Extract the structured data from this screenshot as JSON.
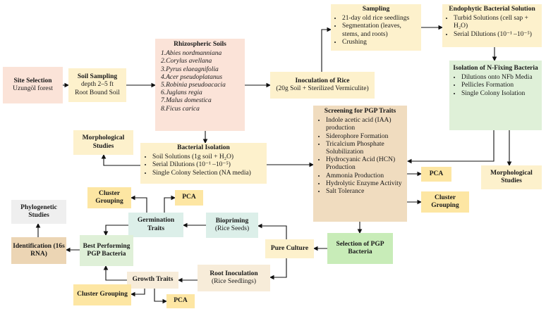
{
  "site": {
    "title": "Site Selection",
    "sub": "Uzungöl forest"
  },
  "soil": {
    "title": "Soil Sampling",
    "l1": "depth 2–5 ft",
    "l2": "Root Bound Soil"
  },
  "rhizo": {
    "title": "Rhizospheric Soils",
    "items": [
      "1.Abies nordmanniana",
      "2.Corylus avellana",
      "3.Pyrus elaeagnifolia",
      "4.Acer pseudoplatanus",
      "5.Robinia pseudoacacia",
      "6.Juglans regia",
      "7.Malus domestica",
      "8.Ficus carica"
    ]
  },
  "inoc": {
    "title": "Inoculation of Rice",
    "sub": "(20g Soil + Sterilized Vermiculite)"
  },
  "sampling": {
    "title": "Sampling",
    "items": [
      "21-day old rice seedlings",
      "Segmentation (leaves, stems, and roots)",
      "Crushing"
    ]
  },
  "endo": {
    "title": "Endophytic Bacterial Solution",
    "items": [
      "Turbid Solutions (cell sap + H₂O)",
      "Serial Dilutions (10⁻¹ –10⁻⁵)"
    ]
  },
  "isoN": {
    "title": "Isolation of N-Fixing Bacteria",
    "items": [
      "Dilutions onto NFb Media",
      "Pellicles Formation",
      "Single Colony Isolation"
    ]
  },
  "morph1": {
    "title": "Morphological Studies"
  },
  "morph2": {
    "title": "Morphological Studies"
  },
  "bactIso": {
    "title": "Bacterial Isolation",
    "items": [
      "Soil Solutions (1g soil + H₂O)",
      "Serial Dilutions (10⁻¹ –10⁻⁵)",
      "Single Colony Selection (NA media)"
    ]
  },
  "screen": {
    "title": "Screening  for PGP Traits",
    "items": [
      "Indole acetic acid (IAA) production",
      "Siderophore Formation",
      "Tricalcium Phosphate Solubilization",
      "Hydrocyanic Acid (HCN) Production",
      "Ammonia Production",
      "Hydrolytic Enzyme Activity",
      "Salt Tolerance"
    ]
  },
  "pcaScreen": {
    "title": "PCA"
  },
  "clusterScreen": {
    "title": "Cluster Grouping"
  },
  "selPGP": {
    "title": "Selection of PGP Bacteria"
  },
  "pure": {
    "title": "Pure Culture"
  },
  "biopriming": {
    "title": "Biopriming",
    "sub": "(Rice Seeds)"
  },
  "root": {
    "title": "Root Inoculation",
    "sub": "(Rice Seedlings)"
  },
  "germ": {
    "title": "Germination Traits"
  },
  "growth": {
    "title": "Growth Traits"
  },
  "best": {
    "title": "Best Performing PGP Bacteria"
  },
  "ident": {
    "title": "Identification (16s RNA)"
  },
  "phylo": {
    "title": "Phylogenetic Studies"
  },
  "clusterGerm": {
    "title": "Cluster Grouping"
  },
  "pcaGerm": {
    "title": "PCA"
  },
  "clusterGrowth": {
    "title": "Cluster Grouping"
  },
  "pcaGrowth": {
    "title": "PCA"
  }
}
